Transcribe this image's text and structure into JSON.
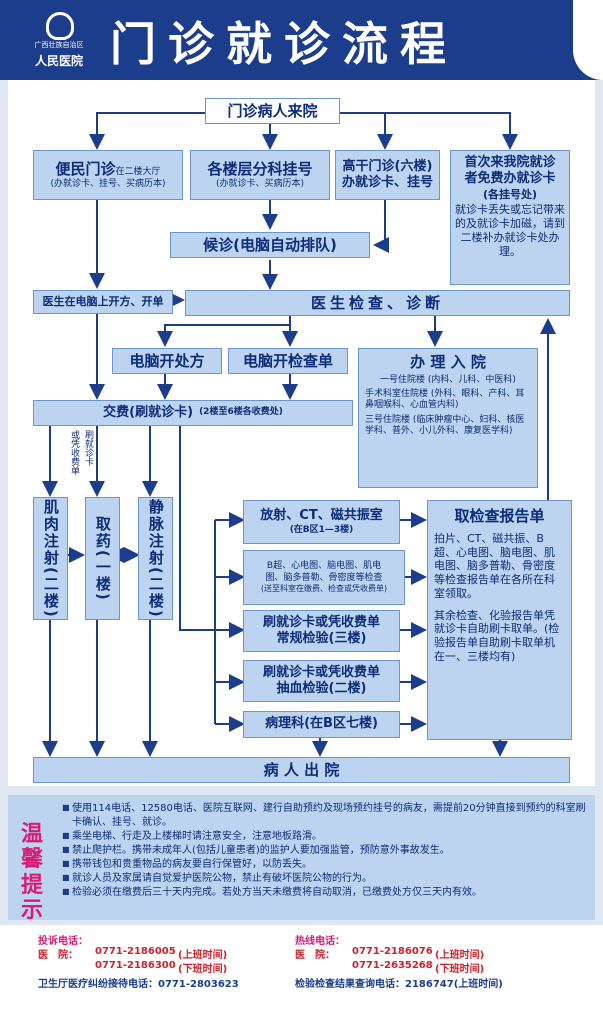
{
  "header": {
    "logo_hospital": "广西壮族自治区",
    "logo_name": "人民医院",
    "title": "门诊就诊流程"
  },
  "flow": {
    "arrival": "门诊病人来院",
    "convenience": {
      "title": "便民门诊",
      "title_suffix": "在二楼大厅",
      "note": "(办就诊卡、挂号、买病历本)"
    },
    "floor_reg": {
      "title": "各楼层分科挂号",
      "note": "(办就诊卡、买病历本)"
    },
    "premium": {
      "line1": "高干门诊(六楼)",
      "line2": "办就诊卡、挂号"
    },
    "first_visit": {
      "line1": "首次来我院就诊",
      "line2": "者免费办就诊卡",
      "line3": "(各挂号处)",
      "note": "就诊卡丢失或忘记带来的及就诊卡加磁，请到二楼补办就诊卡处办理。"
    },
    "wait": "候诊(电脑自动排队)",
    "doctor_order": "医生在电脑上开方、开单",
    "exam": "医生检查、诊断",
    "prescription": "电脑开处方",
    "exam_order": "电脑开检查单",
    "admission": {
      "title": "办 理 入 院",
      "items": [
        "一号住院楼 (内科、儿科、中医科)",
        "手术科室住院楼 (外科、眼科、产科、耳鼻咽喉科、心血管内科)",
        "三号住院楼 (临床肿瘤中心、妇科、核医学科、普外、小儿外科、康复医学科)"
      ]
    },
    "payment": "交费(刷就诊卡)",
    "payment_note": "(2楼至6楼各收费处)",
    "card_note1": "刷就诊卡",
    "card_note2": "或凭收费单",
    "injection": "肌肉注射(二楼)",
    "pharmacy": "取药(一楼)",
    "iv": "静脉注射(二楼)",
    "radiology": {
      "line1": "放射、CT、磁共振室",
      "line2": "(在B区1—3楼)"
    },
    "ultrasound": {
      "line1": "B超、心电图、脑电图、肌电",
      "line2": "图、脑多普勒、骨密度等检查",
      "line3": "(送至科室在缴费、检查或凭收费单)"
    },
    "routine_test": {
      "line1": "刷就诊卡或凭收费单",
      "line2": "常规检验(三楼)"
    },
    "blood_test": {
      "line1": "刷就诊卡或凭收费单",
      "line2": "抽血检验(二楼)"
    },
    "pathology": "病理科(在B区七楼)",
    "report": {
      "title": "取检查报告单",
      "item1": "拍片、CT、磁共振、B超、心电图、脑电图、肌电图、脑多普勒、骨密度等检查报告单在各所在科室领取。",
      "item2": "其余检查、化验报告单凭就诊卡自助刷卡取单。(检验报告单自助刷卡取单机在一、三楼均有)"
    },
    "discharge": "病 人 出 院"
  },
  "tips": {
    "title": "温馨提示",
    "items": [
      "使用114电话、12580电话、医院互联网、建行自助预约及现场预约挂号的病友，需提前20分钟直接到预约的科室刷卡确认、挂号、就诊。",
      "乘坐电梯、行走及上楼梯时请注意安全，注意地板路滑。",
      "禁止爬护栏。携带未成年人(包括儿童患者)的监护人要加强监管，预防意外事故发生。",
      "携带钱包和贵重物品的病友要自行保管好，以防丢失。",
      "就诊人员及家属请自觉爱护医院公物，禁止有破坏医院公物的行为。",
      "检验必须在缴费后三十天内完成。若处方当天未缴费将自动取消，已缴费处方仅三天内有效。"
    ]
  },
  "footer": {
    "complaint_title": "投诉电话：",
    "hospital_label": "医　院：",
    "complaint_phone1": "0771-2186005",
    "complaint_phone1_note": "(上班时间)",
    "complaint_phone2": "0771-2186300",
    "complaint_phone2_note": "(下班时间)",
    "health_dept": "卫生厅医疗纠纷接待电话：0771-2803623",
    "hotline_title": "热线电话：",
    "hotline_phone1": "0771-2186076",
    "hotline_phone1_note": "(上班时间)",
    "hotline_phone2": "0771-2635268",
    "hotline_phone2_note": "(下班时间)",
    "lab_result": "检验检查结果查询电话：2186747(上班时间)"
  }
}
